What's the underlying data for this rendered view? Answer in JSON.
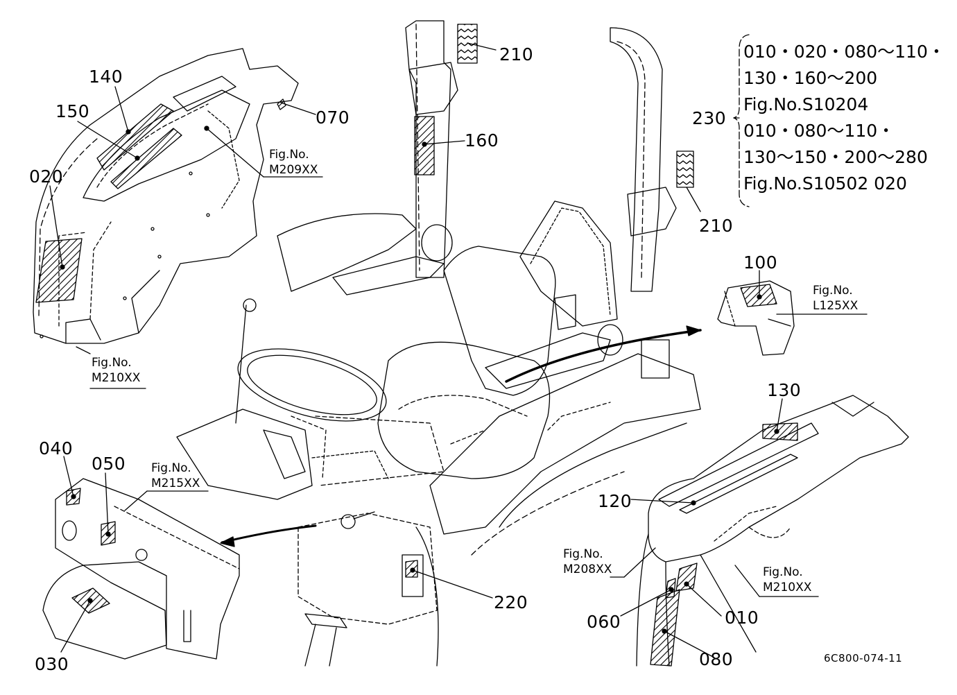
{
  "callouts": {
    "c140": "140",
    "c150": "150",
    "c020": "020",
    "c070": "070",
    "c210a": "210",
    "c160": "160",
    "c210b": "210",
    "c230": "230",
    "c100": "100",
    "c130": "130",
    "c120": "120",
    "c040": "040",
    "c050": "050",
    "c030": "030",
    "c220": "220",
    "c060": "060",
    "c010": "010",
    "c080": "080"
  },
  "figure_refs": {
    "m209": {
      "line1": "Fig.No.",
      "line2": "M209XX"
    },
    "m210a": {
      "line1": "Fig.No.",
      "line2": "M210XX"
    },
    "l125": {
      "line1": "Fig.No.",
      "line2": "L125XX"
    },
    "m215": {
      "line1": "Fig.No.",
      "line2": "M215XX"
    },
    "m208": {
      "line1": "Fig.No.",
      "line2": "M208XX"
    },
    "m210b": {
      "line1": "Fig.No.",
      "line2": "M210XX"
    }
  },
  "applicability_note": {
    "line1": "010・020・080～110・",
    "line2": "130・160～200",
    "line3": "Fig.No.S10204",
    "line4": "010・080～110・",
    "line5": "130～150・200～280",
    "line6": "Fig.No.S10502  020"
  },
  "drawing_code": "6C800-074-11"
}
